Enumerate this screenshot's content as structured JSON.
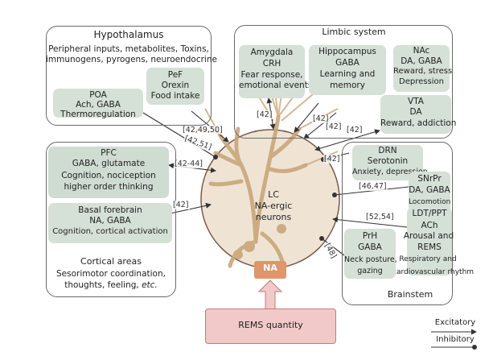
{
  "top_caption": "",
  "hypothalamus": {
    "title": "Hypothalamus",
    "inputs_line1": "Peripheral inputs, metabolites, Toxins,",
    "inputs_line2": "immunogens, pyrogens, neuroendocrine",
    "poa": {
      "name": "POA",
      "transmitters": "Ach, GABA",
      "function": "Thermoregulation"
    },
    "pef": {
      "name": "PeF",
      "transmitters": "Orexin",
      "function": "Food intake"
    }
  },
  "limbic": {
    "title": "Limbic system",
    "amygdala": {
      "name": "Amygdala",
      "transmitters": "CRH",
      "function_line1": "Fear response,",
      "function_line2": "emotional events"
    },
    "hippocampus": {
      "name": "Hippocampus",
      "transmitters": "GABA",
      "function_line1": "Learning and",
      "function_line2": "memory"
    },
    "nac": {
      "name": "NAc",
      "transmitters": "DA, GABA",
      "function_line1": "Reward, stress",
      "function_line2": "Depression"
    },
    "vta": {
      "name": "VTA",
      "transmitters": "DA",
      "function": "Reward, addiction"
    }
  },
  "cortical": {
    "pfc": {
      "name": "PFC",
      "transmitters": "GABA, glutamate",
      "function_line1": "Cognition, nociception",
      "function_line2": "higher order thinking"
    },
    "basal": {
      "name": "Basal forebrain",
      "transmitters": "NA, GABA",
      "function": "Cognition, cortical activation"
    },
    "title": "Cortical areas",
    "desc_line1": "Sesorimotor coordination,",
    "desc_line2": "thoughts, feeling,",
    "desc_etc": "etc."
  },
  "brainstem": {
    "title": "Brainstem",
    "drn": {
      "name": "DRN",
      "transmitters": "Serotonin",
      "function": "Anxiety, depression"
    },
    "snrpr": {
      "name": "SNrPr",
      "transmitters": "DA, GABA",
      "function": "Locomotion"
    },
    "ldt": {
      "name": "LDT/PPT",
      "transmitters": "ACh",
      "function_line1": "Arousal and",
      "function_line2": "REMS",
      "function_line3": "Respiratory and",
      "function_line4": "cardiovascular rhythm"
    },
    "prh": {
      "name": "PrH",
      "transmitters": "GABA",
      "function_line1": "Neck posture,",
      "function_line2": "gazing"
    }
  },
  "lc": {
    "line1": "LC",
    "line2": "NA-ergic",
    "line3": "neurons"
  },
  "na_label": "NA",
  "rems_label": "REMS quantity",
  "refs": {
    "r_amygdala": "[42]",
    "r_hippo_a": "[42]",
    "r_hippo_b": "[42]",
    "r_vta": "[42]",
    "r_hypo_a": "[42,49,50]",
    "r_hypo_b": "[42,51]",
    "r_pfc": "[42-44]",
    "r_basal": "[42]",
    "r_drn": "[42]",
    "r_snrpr": "[46,47]",
    "r_ldt": "[52,54]",
    "r_prh": "[48]"
  },
  "legend": {
    "excitatory": "Excitatory",
    "inhibitory": "Inhibitory"
  },
  "colors": {
    "box_border": "#6a6a6a",
    "subbox_fill": "#d5e0d6",
    "lc_fill": "#efe4d4",
    "neuron_color": "#c9a77a",
    "na_fill": "#e0956a",
    "rems_fill": "#f2c9c9",
    "rems_border": "#c07b7b",
    "arrow": "#333333"
  }
}
